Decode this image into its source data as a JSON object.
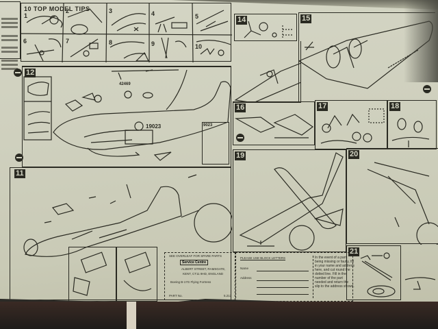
{
  "document": {
    "type": "model-kit-assembly-instructions",
    "subject": "Boeing B-17G Flying Fortress"
  },
  "tips": {
    "title": "10 TOP MODEL TIPS",
    "numbers": [
      "1",
      "2",
      "3",
      "4",
      "5",
      "6",
      "7",
      "8",
      "9",
      "10"
    ]
  },
  "steps": {
    "s11": {
      "number": "11"
    },
    "s12": {
      "number": "12",
      "serial_label": "19023",
      "serial_label_2": ":9023",
      "decal_code": "42469"
    },
    "s14": {
      "number": "14"
    },
    "s15": {
      "number": "15"
    },
    "s16": {
      "number": "16"
    },
    "s17": {
      "number": "17"
    },
    "s18": {
      "number": "18"
    },
    "s19": {
      "number": "19"
    },
    "s20": {
      "number": "20"
    },
    "s21": {
      "number": "21"
    }
  },
  "spare_parts_form": {
    "header": "SEE OVERLEAF FOR SPARE PARTS",
    "service_label": "Service Centre",
    "address_line1": "ALBERT STREET, RAMSGATE,",
    "address_line2": "KENT, CT11 9HD, ENGLAND",
    "kit_name": "Boeing B-17G Flying Fortress",
    "part_no_label": "PART No.",
    "kit_code": "5.213"
  },
  "order_form": {
    "header": "PLEASE USE BLOCK LETTERS",
    "name_label": "Name",
    "address_label": "Address",
    "instructions": "In the event of a part being missing or faulty, fill in your name and address here, and cut round the dotted line. Fill in the number of the part needed and return the slip to the address shown."
  },
  "colors": {
    "paper": "#d4d5c4",
    "ink": "#2a2a22",
    "background": "#2b2a26"
  }
}
